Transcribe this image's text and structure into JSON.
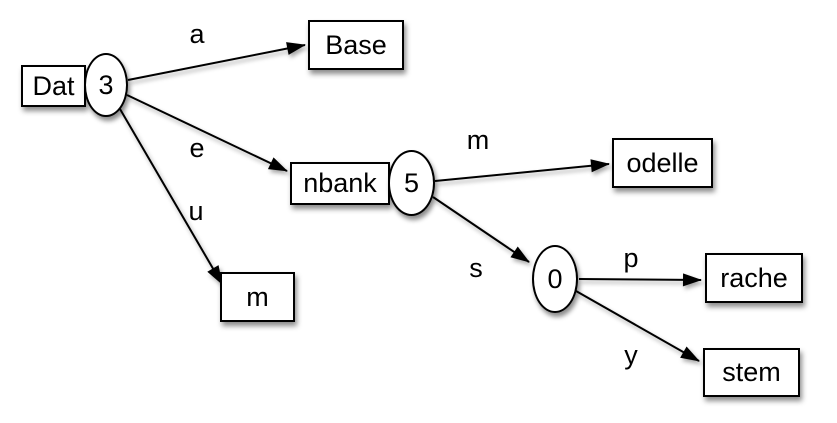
{
  "colors": {
    "background": "#ffffff",
    "node_fill": "#ffffff",
    "stroke": "#000000",
    "text": "#000000"
  },
  "diagram": {
    "type": "radix-tree",
    "nodes": {
      "dat": {
        "label": "Dat",
        "shape": "rect"
      },
      "n3": {
        "label": "3",
        "shape": "ellipse"
      },
      "base": {
        "label": "Base",
        "shape": "rect"
      },
      "nbank": {
        "label": "nbank",
        "shape": "rect"
      },
      "n5": {
        "label": "5",
        "shape": "ellipse"
      },
      "m": {
        "label": "m",
        "shape": "rect"
      },
      "odelle": {
        "label": "odelle",
        "shape": "rect"
      },
      "n0": {
        "label": "0",
        "shape": "ellipse"
      },
      "rache": {
        "label": "rache",
        "shape": "rect"
      },
      "stem": {
        "label": "stem",
        "shape": "rect"
      }
    },
    "edges": {
      "a": {
        "label": "a",
        "from": "n3",
        "to": "base"
      },
      "e": {
        "label": "e",
        "from": "n3",
        "to": "nbank"
      },
      "u": {
        "label": "u",
        "from": "n3",
        "to": "m"
      },
      "m": {
        "label": "m",
        "from": "n5",
        "to": "odelle"
      },
      "s": {
        "label": "s",
        "from": "n5",
        "to": "n0"
      },
      "p": {
        "label": "p",
        "from": "n0",
        "to": "rache"
      },
      "y": {
        "label": "y",
        "from": "n0",
        "to": "stem"
      }
    }
  }
}
